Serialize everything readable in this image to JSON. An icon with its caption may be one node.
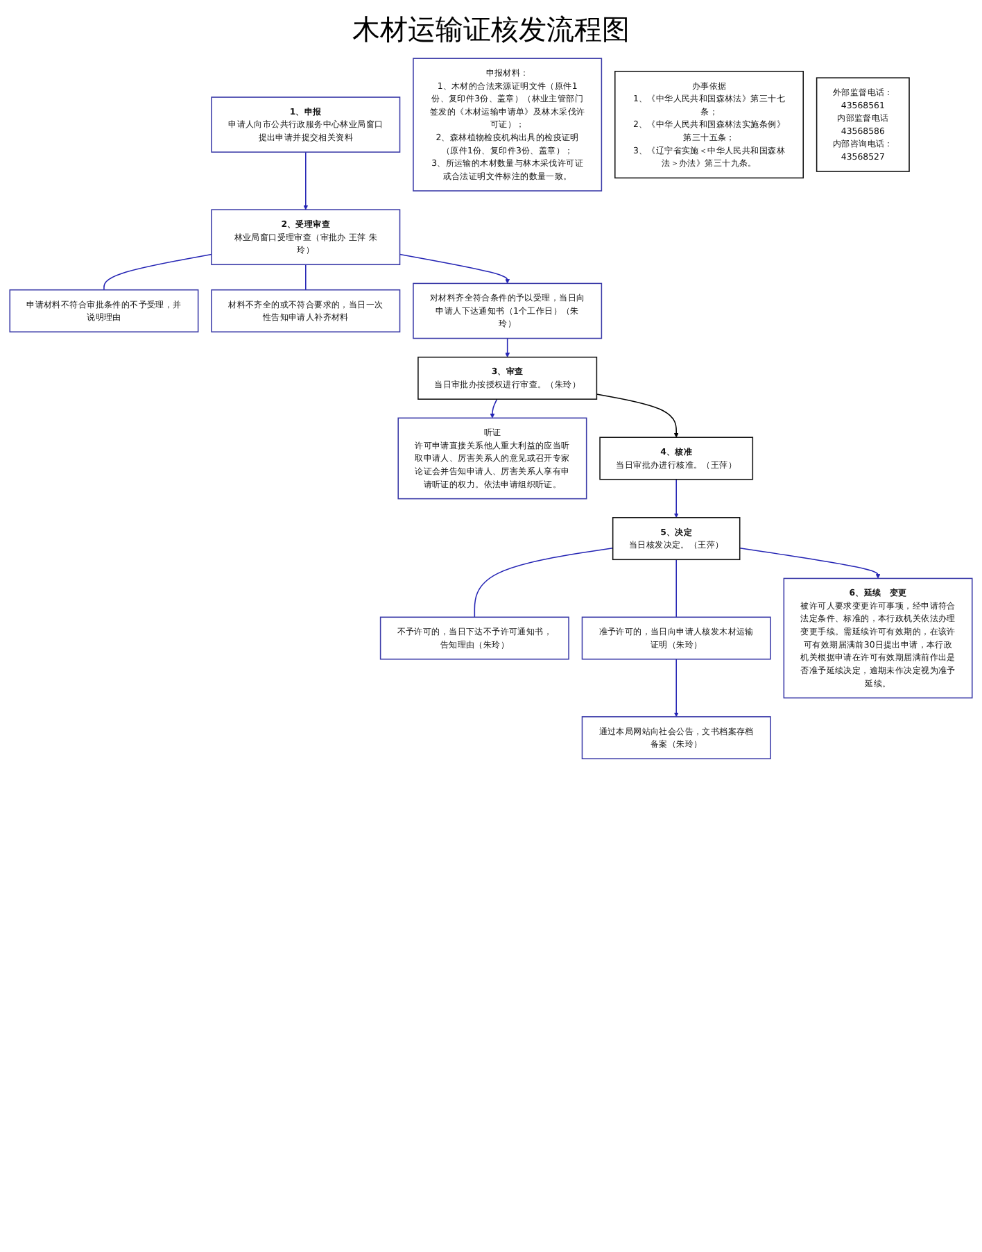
{
  "diagram": {
    "title": "木材运输证核发流程图",
    "nodes": [
      {
        "text": [
          "1、申报",
          "申请人向市公共行政服务中心林业局窗口提出申请并提交相关资料"
        ]
      },
      {
        "text": [
          "申报材料：",
          "1、木材的合法来源证明文件（原件1份、复印件3份、盖章）（林业主管部门签发的《木材运输申请单》及林木采伐许可证）；",
          "2、森林植物检疫机构出具的检疫证明（原件1份、复印件3份、盖章）；",
          "3、所运输的木材数量与林木采伐许可证或合法证明文件标注的数量一致。"
        ]
      },
      {
        "text": [
          "申请材料不符合审批条件的不予受理，并说明理由"
        ]
      },
      {
        "text": [
          "2、受理审查",
          "林业局窗口受理审查（审批办 王萍 朱玲）"
        ]
      },
      {
        "text": [
          "材料不齐全的或不符合要求的，当日一次性告知申请人补齐材料"
        ]
      },
      {
        "text": [
          "对材料齐全符合条件的予以受理，当日向申请人下达通知书（1个工作日）（朱玲）"
        ]
      },
      {
        "text": [
          "3、审查",
          "当日审批办按授权进行审查。（朱玲）"
        ]
      },
      {
        "text": [
          "听证",
          "许可申请直接关系他人重大利益的应当听取申请人、厉害关系人的意见或召开专家论证会并告知申请人、厉害关系人享有申请听证的权力。依法申请组织听证。"
        ]
      },
      {
        "text": [
          "4、核准",
          "当日审批办进行核准。（王萍）"
        ]
      },
      {
        "text": [
          "5、决定",
          "当日核发决定。（王萍）"
        ]
      },
      {
        "text": [
          "不予许可的，当日下达不予许可通知书，告知理由（朱玲）"
        ]
      },
      {
        "text": [
          "准予许可的，当日向申请人核发木材运输证明（朱玲）"
        ]
      },
      {
        "text": [
          "6、延续　变更",
          "被许可人要求变更许可事项，经申请符合法定条件、标准的，本行政机关依法办理变更手续。需延续许可有效期的，在该许可有效期届满前30日提出申请，本行政机关根据申请在许可有效期届满前作出是否准予延续决定，逾期未作决定视为准予延续。"
        ]
      },
      {
        "text": [
          "通过本局网站向社会公告，文书档案存档备案（朱玲）"
        ]
      },
      {
        "text": [
          "办事依据",
          "1、《中华人民共和国森林法》第三十七条；",
          "2、《中华人民共和国森林法实施条例》第三十五条；",
          "3、《辽宁省实施＜中华人民共和国森林法＞办法》第三十九条。"
        ]
      },
      {
        "text": [
          "外部监督电话：",
          "43568561",
          "内部监督电话",
          "43568586",
          "内部咨询电话：",
          "43568527"
        ]
      }
    ],
    "edges": [
      {
        "from": 0,
        "to": 3,
        "arrow": "to"
      },
      {
        "from": 3,
        "to": 2,
        "arrow": "none"
      },
      {
        "from": 3,
        "to": 4,
        "arrow": "none"
      },
      {
        "from": 3,
        "to": 5,
        "arrow": "to"
      },
      {
        "from": 5,
        "to": 6,
        "arrow": "to"
      },
      {
        "from": 6,
        "to": 7,
        "arrow": "to"
      },
      {
        "from": 6,
        "to": 8,
        "arrow": "to",
        "color": "#000000"
      },
      {
        "from": 8,
        "to": 9,
        "arrow": "to"
      },
      {
        "from": 9,
        "to": 10,
        "arrow": "none"
      },
      {
        "from": 9,
        "to": 11,
        "arrow": "none"
      },
      {
        "from": 9,
        "to": 12,
        "arrow": "to"
      },
      {
        "from": 11,
        "to": 13,
        "arrow": "to"
      }
    ]
  }
}
